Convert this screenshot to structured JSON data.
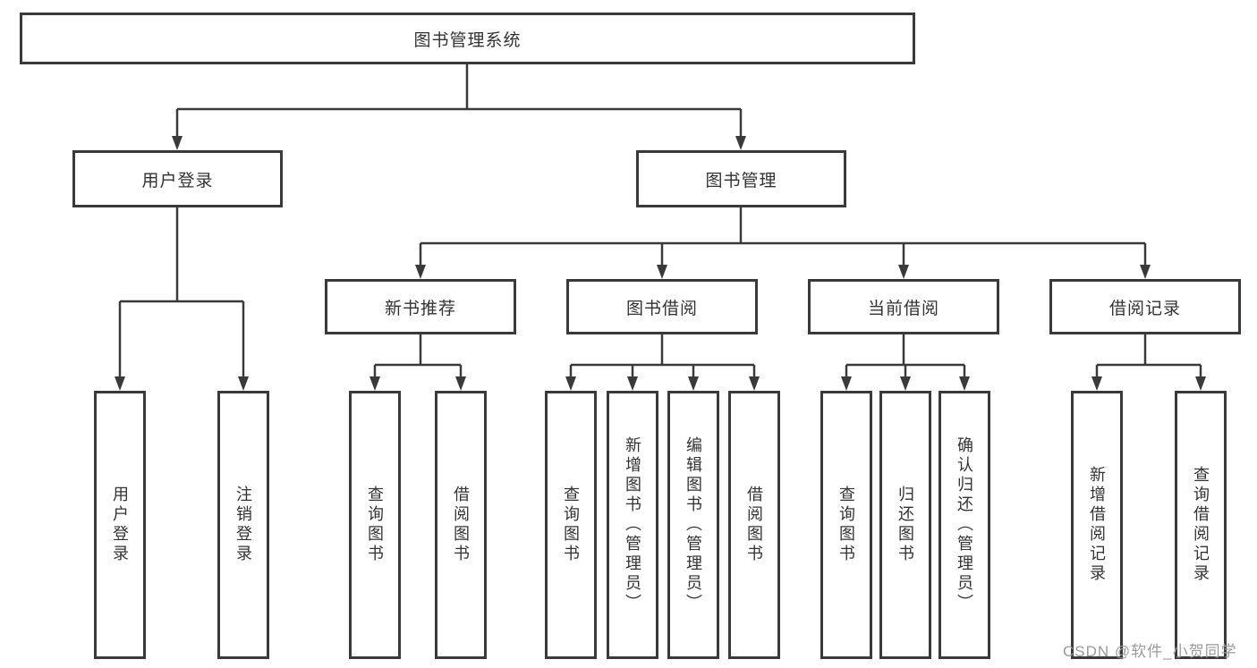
{
  "diagram": {
    "root": "图书管理系统",
    "user_login": {
      "label": "用户登录",
      "children": [
        "用户登录",
        "注销登录"
      ]
    },
    "book_management": {
      "label": "图书管理",
      "sections": [
        {
          "label": "新书推荐",
          "children": [
            "查询图书",
            "借阅图书"
          ]
        },
        {
          "label": "图书借阅",
          "children": [
            "查询图书",
            "新增图书（管理员）",
            "编辑图书（管理员）",
            "借阅图书"
          ]
        },
        {
          "label": "当前借阅",
          "children": [
            "查询图书",
            "归还图书",
            "确认归还（管理员）"
          ]
        },
        {
          "label": "借阅记录",
          "children": [
            "新增借阅记录",
            "查询借阅记录"
          ]
        }
      ]
    }
  },
  "watermark": {
    "text": "CSDN @软件_小贺同学"
  },
  "colors": {
    "line": "#3a3a3a",
    "box_border": "#3a3a3a",
    "text": "#333333",
    "watermark": "#9b9b9b",
    "background": "#ffffff"
  }
}
